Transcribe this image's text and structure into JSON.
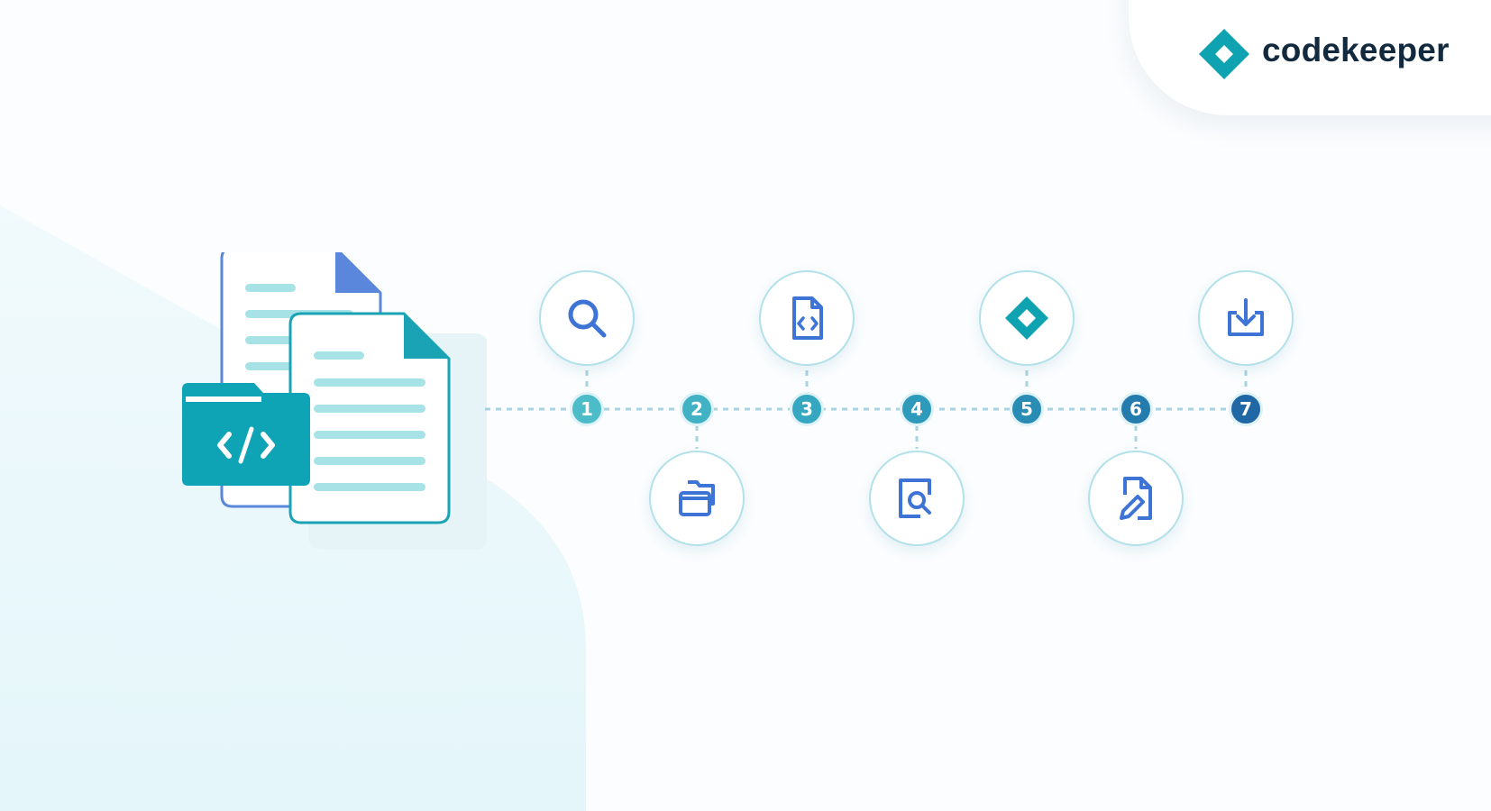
{
  "brand": {
    "name": "codekeeper",
    "color": "#13293d",
    "accent": "#0fa3b1"
  },
  "diagram": {
    "steps": [
      {
        "number": "1",
        "icon": "search-icon",
        "position": "above",
        "color": "#4bbcc8"
      },
      {
        "number": "2",
        "icon": "folders-icon",
        "position": "below",
        "color": "#40b2c4"
      },
      {
        "number": "3",
        "icon": "code-file-icon",
        "position": "above",
        "color": "#36a7c0"
      },
      {
        "number": "4",
        "icon": "document-search-icon",
        "position": "below",
        "color": "#2e9abb"
      },
      {
        "number": "5",
        "icon": "codekeeper-logo-icon",
        "position": "above",
        "color": "#288cb5"
      },
      {
        "number": "6",
        "icon": "file-edit-icon",
        "position": "below",
        "color": "#247bad"
      },
      {
        "number": "7",
        "icon": "download-icon",
        "position": "above",
        "color": "#2067a5"
      }
    ]
  }
}
